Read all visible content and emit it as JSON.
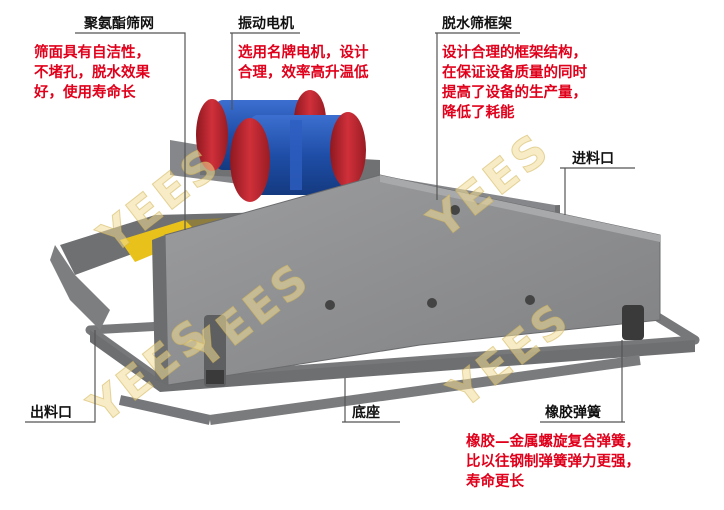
{
  "colors": {
    "description_text": "#e0001b",
    "label_text": "#111111",
    "leader_line": "#555555",
    "frame_gray": "#8a8b8d",
    "motor_blue": "#1f4ea8",
    "motor_red": "#c0222a",
    "polyurethane_screen": "#e8c21a",
    "watermark": "#f0dc96"
  },
  "watermark": {
    "text": "YEES"
  },
  "labels": {
    "screen_mesh": "聚氨酯筛网",
    "vibration_motor": "振动电机",
    "frame": "脱水筛框架",
    "feed_inlet": "进料口",
    "discharge_outlet": "出料口",
    "base": "底座",
    "rubber_spring": "橡胶弹簧"
  },
  "descriptions": {
    "screen_mesh": [
      "筛面具有自洁性，",
      "不堵孔，脱水效果",
      "好，使用寿命长"
    ],
    "vibration_motor": [
      "选用名牌电机，设计",
      "合理，效率高升温低"
    ],
    "frame": [
      "设计合理的框架结构，",
      "在保证设备质量的同时",
      "提高了设备的生产量，",
      "降低了耗能"
    ],
    "rubber_spring": [
      "橡胶—金属螺旋复合弹簧，",
      "比以往钢制弹簧弹力更强，",
      "寿命更长"
    ]
  },
  "icons": [
    "dewatering-screen-illustration"
  ]
}
